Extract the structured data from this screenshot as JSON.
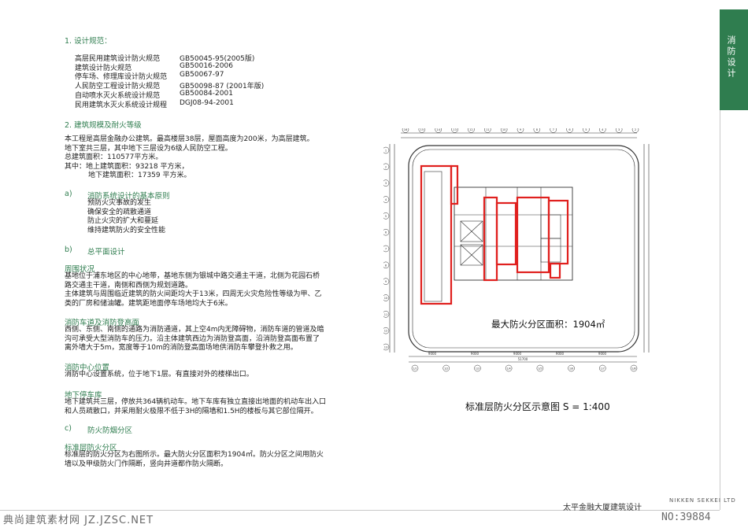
{
  "sidebar": {
    "label": "消防设计"
  },
  "sections": {
    "s1": "1. 设计规范：",
    "s2": "2. 建筑规模及耐火等级"
  },
  "regulations": [
    {
      "name": "高层民用建筑设计防火规范",
      "code": "GB50045-95(2005版)"
    },
    {
      "name": "建筑设计防火规范",
      "code": "GB50016-2006"
    },
    {
      "name": "停车场、修理库设计防火规范",
      "code": "GB50067-97"
    },
    {
      "name": "人民防空工程设计防火规范",
      "code": "GB50098-87 (2001年版)"
    },
    {
      "name": "自动喷水灭火系统设计规范",
      "code": "GB50084-2001"
    },
    {
      "name": "民用建筑水灭火系统设计规程",
      "code": "DGJ08-94-2001"
    }
  ],
  "scale": {
    "line1": "本工程是高层金融办公建筑。最高楼层38层，屋面高度为200米，为高层建筑。",
    "line2": "地下室共三层，其中地下三层设为6级人民防空工程。",
    "line3": "总建筑面积：110577平方米。",
    "line4": "其中：地上建筑面积：93218 平方米，",
    "line5": "地下建筑面积：17359 平方米。"
  },
  "a": {
    "marker": "a)",
    "title": "消防系统设计的基本原则",
    "items": [
      "预防火灾事故的发生",
      "确保安全的疏散通道",
      "防止火灾的扩大和蔓延",
      "维持建筑防火的安全性能"
    ]
  },
  "b": {
    "marker": "b)",
    "title": "总平面设计",
    "surround_title": "周围状况",
    "surround_lines": [
      "基地位于浦东地区的中心地带，基地东侧为银城中路交通主干道，北侧为花园石桥",
      "路交通主干道，南侧和西侧为规划道路。",
      "主体建筑与周围临近建筑的防火间距均大于13米，四周无火灾危险性等级为甲、乙",
      "类的厂房和储油罐。建筑距地面停车场地均大于6米。"
    ],
    "lane_title": "消防车道及消防登高面",
    "lane_lines": [
      "西侧、东侧、南侧的通路为消防通道，其上空4m内无障碍物，消防车道的管道及暗",
      "沟可承受大型消防车的压力。沿主体建筑西边为消防登高面，沿消防登高面布置了",
      "离外墙大于5m，宽度等于10m的消防登高面场地供消防车攀登扑救之用。"
    ],
    "center_title": "消防中心位置",
    "center_line": "消防中心设置系统，位于地下1层。有直接对外的楼梯出口。",
    "garage_title": "地下停车库",
    "garage_lines": [
      "地下建筑共三层，停放共364辆机动车。地下车库有独立直接出地面的机动车出入口",
      "和人员疏散口，并采用耐火极限不低于3H的隔墙和1.5H的楼板与其它部位隔开。"
    ]
  },
  "c": {
    "marker": "c)",
    "title": "防火防烟分区",
    "std_title": "标准层防火分区",
    "std_lines": [
      "标准层的防火分区为右图所示。最大防火分区面积为1904㎡。防火分区之间用防火",
      "墙以及甲级防火门作隔断，竖向井道都作防火隔断。"
    ]
  },
  "plan": {
    "area_label": "最大防火分区面积：1904㎡",
    "title": "标准层防火分区示意图 S = 1:400",
    "axis_top": [
      "16",
      "15",
      "14",
      "13",
      "12",
      "11",
      "10",
      "9",
      "8",
      "7",
      "6",
      "5",
      "4",
      "3",
      "2"
    ],
    "axis_bottom": [
      "1/1",
      "1/2",
      "1/3",
      "1/4",
      "1/5",
      "1/6",
      "1/7",
      "1/8"
    ],
    "axis_left": [
      "1",
      "2",
      "3",
      "4",
      "5",
      "6",
      "7",
      "8",
      "9",
      "10",
      "11",
      "12",
      "13"
    ],
    "dims": [
      "9000",
      "9000",
      "9000",
      "9000",
      "9000",
      "51700"
    ],
    "colors": {
      "fire_zone": "#e0201e",
      "lines": "#333333"
    }
  },
  "footer": {
    "project": "太平金融大厦建筑设计",
    "company": "NIKKEN SEKKEI LTD"
  },
  "watermark": {
    "left": "典尚建筑素材网 JZ.JZSC.NET",
    "right": "NO:39884"
  },
  "colors": {
    "accent": "#2f7d4f",
    "fire_red": "#e0201e"
  }
}
